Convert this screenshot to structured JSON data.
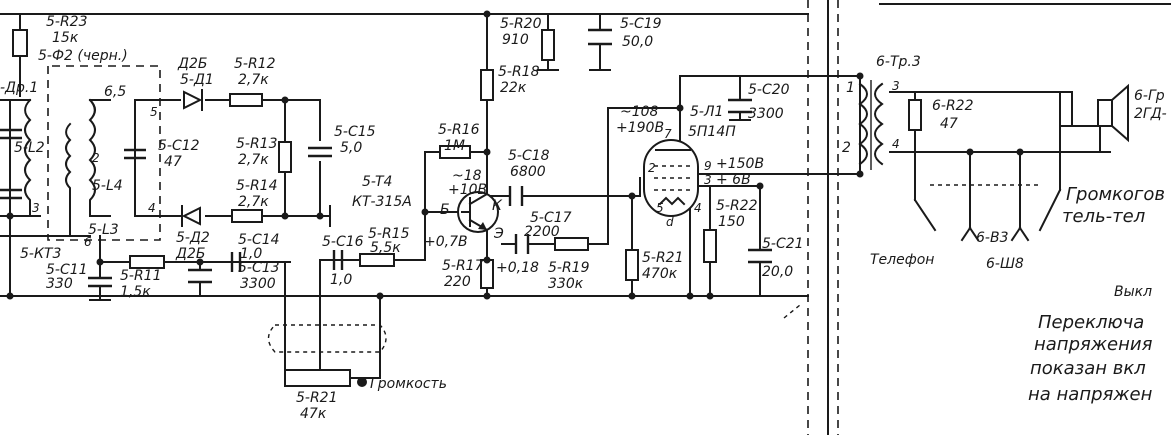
{
  "labels": {
    "r23": "5-R23",
    "r23_val": "15к",
    "f2": "5-Ф2 (черн.)",
    "dr1": "-Др.1",
    "v65": "6,5",
    "n5": "5",
    "n4": "4",
    "n3": "3",
    "n2": "2",
    "n6": "6",
    "l2": "5-L2",
    "l4": "5-L4",
    "l3": "5-L3",
    "kt3": "5-КТ3",
    "c11": "5-C11",
    "c11_val": "330",
    "c12": "5-C12",
    "c12_val": "47",
    "d1_type": "Д2Б",
    "d1": "5-Д1",
    "d2": "5-Д2",
    "d2_type": "Д2Б",
    "r12": "5-R12",
    "r12_val": "2,7к",
    "r13": "5-R13",
    "r13_val": "2,7к",
    "r14": "5-R14",
    "r14_val": "2,7к",
    "c15": "5-C15",
    "c15_val": "5,0",
    "r11": "5-R11",
    "r11_val": "1,5к",
    "c14": "5-C14",
    "c14_val": "1,0",
    "c13": "5-C13",
    "c13_val": "3300",
    "t4": "5-T4",
    "t4_type": "КТ-315А",
    "r16": "5-R16",
    "r16_val": "1М",
    "c16": "5-C16",
    "c16_val": "1,0",
    "r15": "5-R15",
    "r15_val": "5,5к",
    "v18a": "~18",
    "v10": "+10В",
    "pinB": "Б",
    "pinK": "К",
    "pinE": "Э",
    "v07": "+0,7В",
    "v018": "+0,18",
    "r17": "5-R17",
    "r17_val": "220",
    "r20": "5-R20",
    "r20_val": "910",
    "r18": "5-R18",
    "r18_val": "22к",
    "c18": "5-C18",
    "c18_val": "6800",
    "c17": "5-C17",
    "c17_val": "2200",
    "r19": "5-R19",
    "r19_val": "330к",
    "c19": "5-C19",
    "c19_val": "50,0",
    "c20": "5-C20",
    "c20_val": "3300",
    "v108": "~108",
    "v190": "+190В",
    "l1": "5-Л1",
    "l1_type": "5П14П",
    "p7": "7",
    "p9": "9",
    "p3": "3",
    "p2": "2",
    "p5": "5",
    "p4": "4",
    "pd": "d",
    "v150": "+150В",
    "v6": "+ 6В",
    "r21a": "5-R21",
    "r21a_val": "470к",
    "r22a": "5-R22",
    "r22a_val": "150",
    "c21": "5-C21",
    "c21_val": "20,0",
    "r21": "5-R21",
    "r21_val": "47к",
    "volume": "Громкость",
    "tr3": "6-Тр.3",
    "tr1": "1",
    "tr2": "2",
    "tr3pin": "3",
    "tr4": "4",
    "r22b": "6-R22",
    "r22b_val": "47",
    "gr": "6-Гр",
    "gr_type": "2ГД-",
    "b3": "6-В3",
    "grom": "Громкогов",
    "telm": "тель-тел",
    "telefon": "Телефон",
    "sh8": "6-Ш8",
    "vykl": "Выкл",
    "note1": "Переключа",
    "note2": "напряжения",
    "note3": "показан вкл",
    "note4": "на напряжен"
  }
}
